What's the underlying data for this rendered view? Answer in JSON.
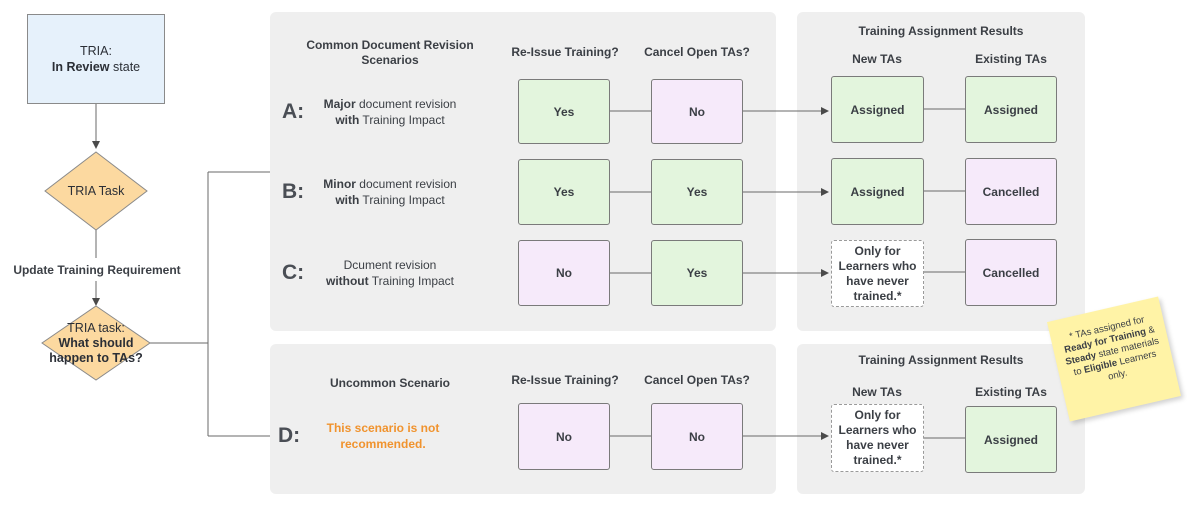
{
  "flow": {
    "start_line1": "TRIA:",
    "start_line2_bold": "In Review",
    "start_line2_rest": " state",
    "task1": "TRIA Task",
    "update_label": "Update Training Requirement",
    "task2_line1": "TRIA task:",
    "task2_line2": "What should",
    "task2_line3": "happen to TAs?"
  },
  "top_panel": {
    "header_scenarios": "Common Document Revision Scenarios",
    "header_reissue": "Re-Issue Training?",
    "header_cancel": "Cancel Open TAs?"
  },
  "bottom_panel": {
    "header_scenarios": "Uncommon Scenario",
    "header_reissue": "Re-Issue Training?",
    "header_cancel": "Cancel Open TAs?"
  },
  "results_top": {
    "title": "Training Assignment Results",
    "new_tas": "New TAs",
    "existing_tas": "Existing TAs"
  },
  "results_bottom": {
    "title": "Training Assignment Results",
    "new_tas": "New TAs",
    "existing_tas": "Existing TAs"
  },
  "scenarios": [
    {
      "letter": "A:",
      "desc_l1_bold": "Major",
      "desc_l1_rest": " document revision",
      "desc_l2_bold": "with",
      "desc_l2_rest": " Training Impact",
      "reissue": "Yes",
      "cancel": "No",
      "new_tas": "Assigned",
      "existing_tas": "Assigned"
    },
    {
      "letter": "B:",
      "desc_l1_bold": "Minor",
      "desc_l1_rest": " document revision",
      "desc_l2_bold": "with",
      "desc_l2_rest": " Training Impact",
      "reissue": "Yes",
      "cancel": "Yes",
      "new_tas": "Assigned",
      "existing_tas": "Cancelled"
    },
    {
      "letter": "C:",
      "desc_l1_bold": "",
      "desc_l1_rest": "Dcument revision",
      "desc_l2_bold": "without",
      "desc_l2_rest": " Training Impact",
      "reissue": "No",
      "cancel": "Yes",
      "new_tas": "Only for Learners who have never trained.*",
      "existing_tas": "Cancelled"
    },
    {
      "letter": "D:",
      "warning": "This scenario is not recommended.",
      "reissue": "No",
      "cancel": "No",
      "new_tas": "Only for Learners who have never trained.*",
      "existing_tas": "Assigned"
    }
  ],
  "note": {
    "p1": "* TAs assigned for ",
    "b1": "Ready for Training",
    "p2": " & ",
    "b2": "Steady",
    "p3": " state materials to ",
    "b3": "Eligible",
    "p4": " Learners only."
  }
}
